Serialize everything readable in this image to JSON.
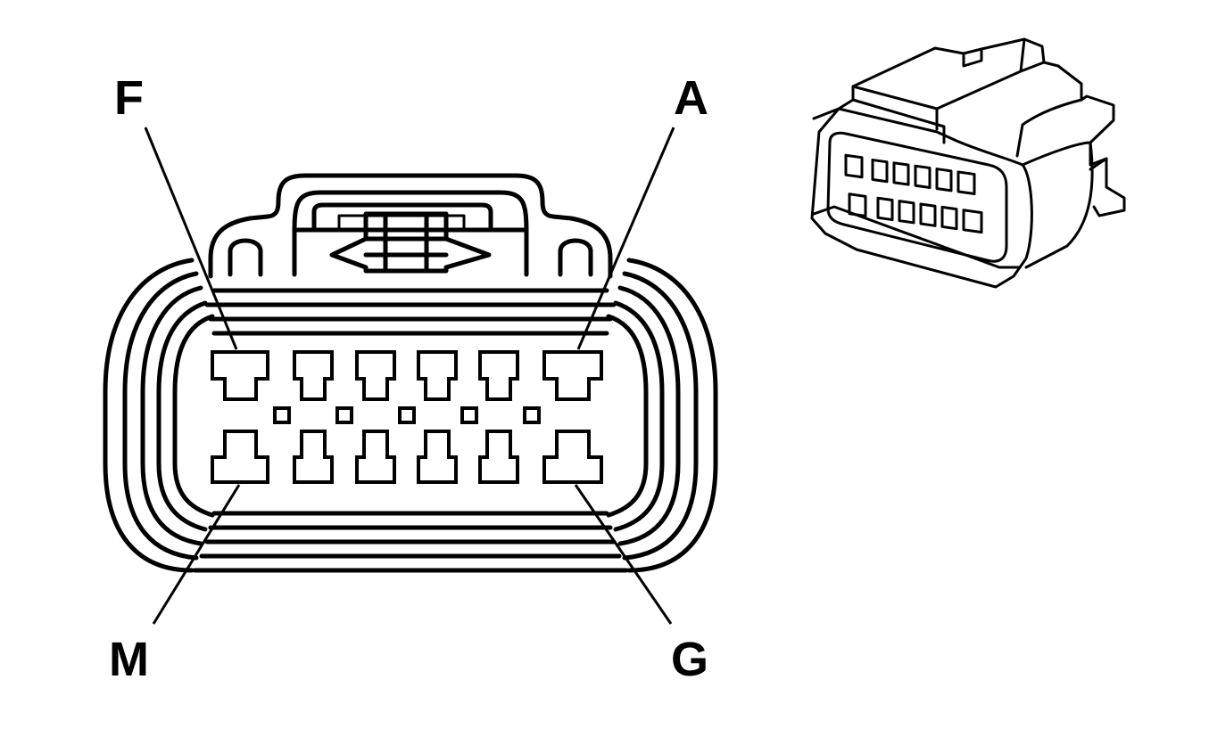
{
  "labels": {
    "top_left": "F",
    "top_right": "A",
    "bottom_left": "M",
    "bottom_right": "G"
  },
  "colors": {
    "line": "#000000",
    "background": "#ffffff"
  },
  "connector": {
    "rows": 2,
    "columns": 6,
    "cavity_count": 12
  }
}
